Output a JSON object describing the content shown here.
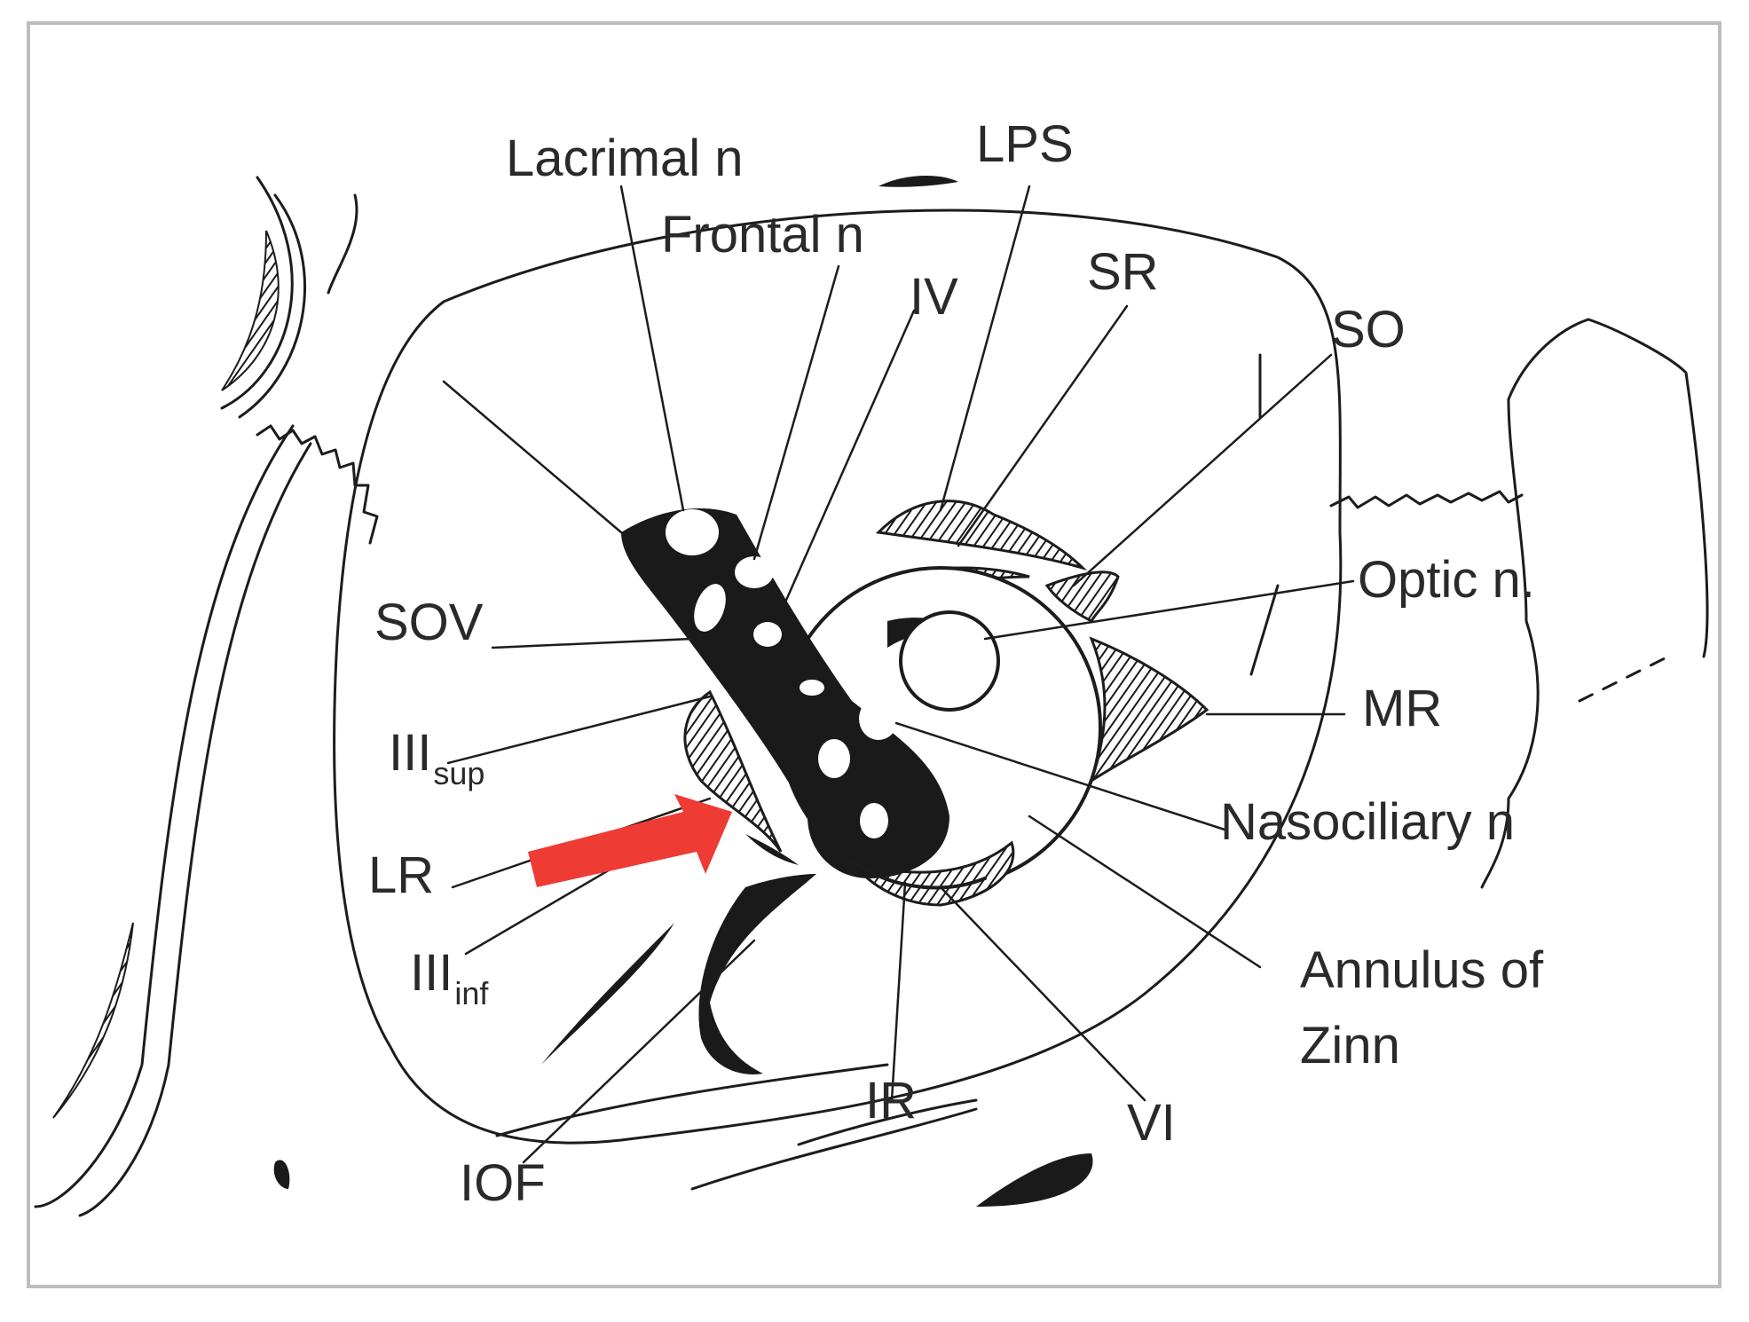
{
  "figure": {
    "arrow_color": "#ee3b33",
    "labels": {
      "lacrimal": "Lacrimal n",
      "frontal": "Frontal n",
      "lps": "LPS",
      "iv": "IV",
      "sr": "SR",
      "so": "SO",
      "optic": "Optic n.",
      "sov": "SOV",
      "mr": "MR",
      "iii_sup_main": "III",
      "iii_sup_sub": "sup",
      "nasociliary": "Nasociliary n",
      "lr": "LR",
      "iii_inf_main": "III",
      "iii_inf_sub": "inf",
      "annulus_line1": "Annulus of",
      "annulus_line2": "Zinn",
      "ir": "IR",
      "vi": "VI",
      "iof": "IOF"
    }
  }
}
